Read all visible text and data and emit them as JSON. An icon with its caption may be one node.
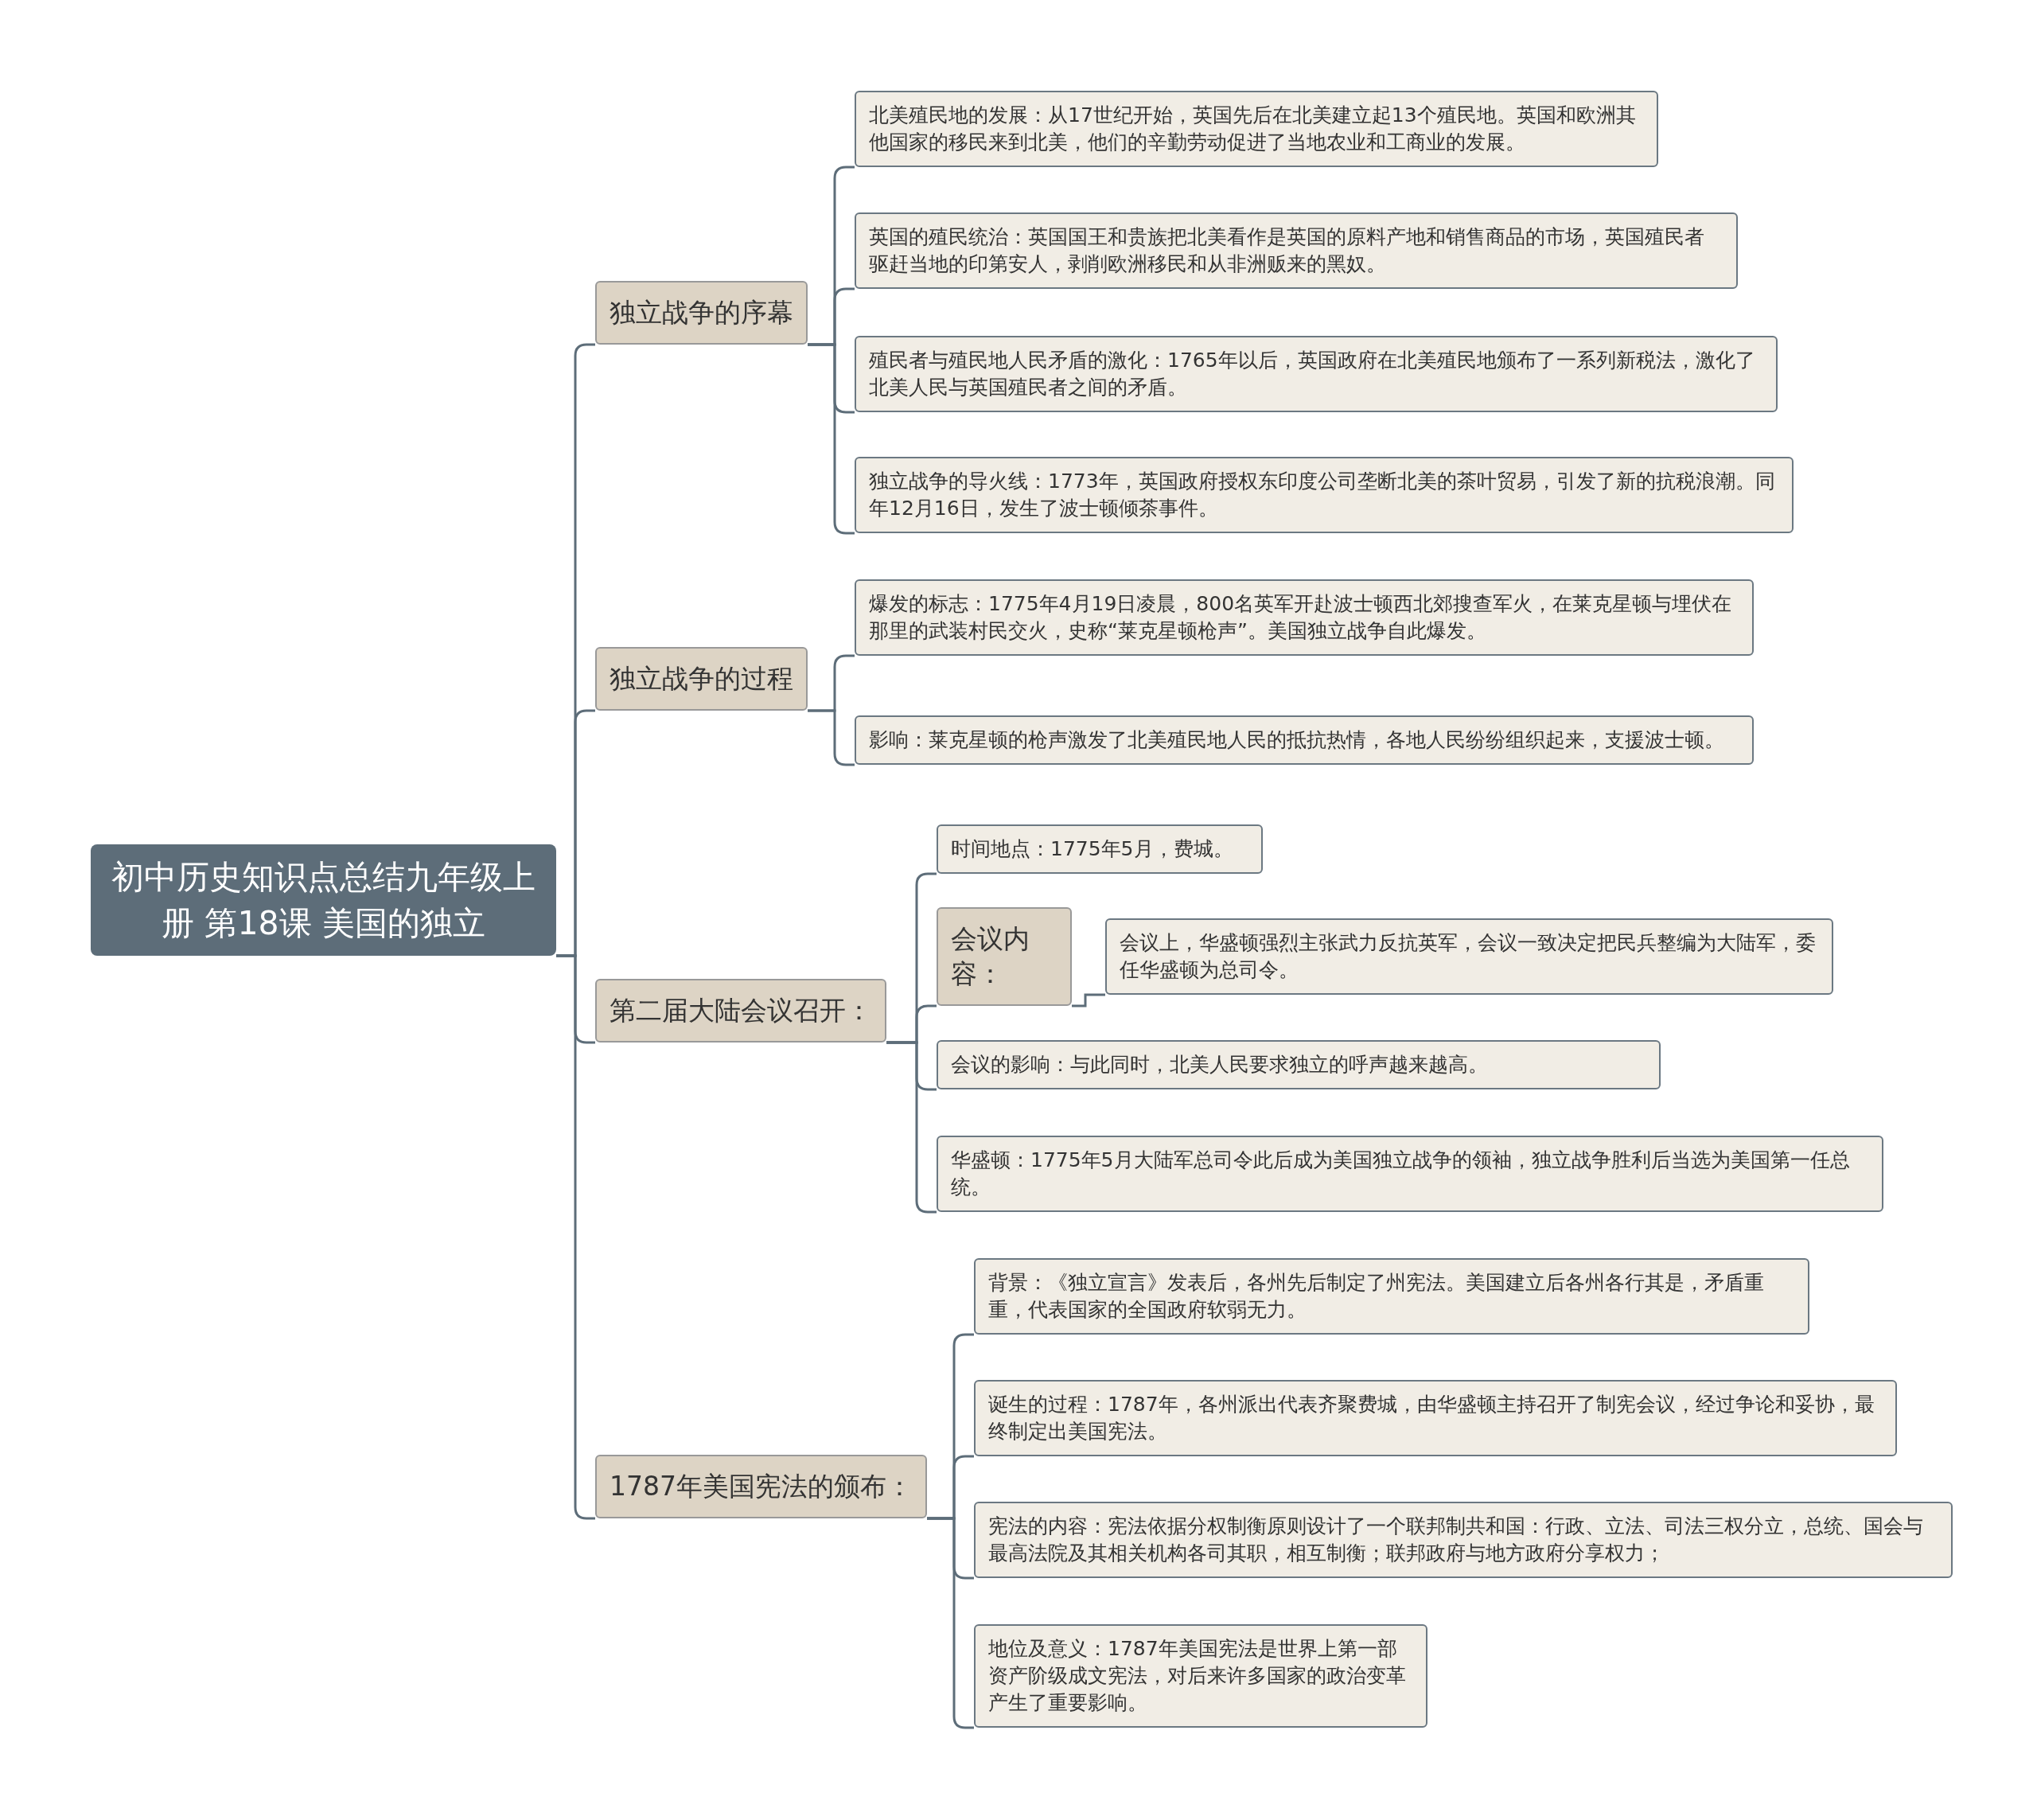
{
  "diagram": {
    "nodes": [
      {
        "text": [
          "初中历史知识点总结九年级上册 第18课 美国的独立"
        ]
      },
      {
        "text": [
          "独立战争的序幕"
        ]
      },
      {
        "text": [
          "北美殖民地的发展：从17世纪开始，英国先后在北美建立起13个殖民地。英国和欧洲其他国家的移民来到北美，他们的辛勤劳动促进了当地农业和工商业的发展。"
        ]
      },
      {
        "text": [
          "英国的殖民统治：英国国王和贵族把北美看作是英国的原料产地和销售商品的市场，英国殖民者驱赶当地的印第安人，剥削欧洲移民和从非洲贩来的黑奴。"
        ]
      },
      {
        "text": [
          "殖民者与殖民地人民矛盾的激化：1765年以后，英国政府在北美殖民地颁布了一系列新税法，激化了北美人民与英国殖民者之间的矛盾。"
        ]
      },
      {
        "text": [
          "独立战争的导火线：1773年，英国政府授权东印度公司垄断北美的茶叶贸易，引发了新的抗税浪潮。同年12月16日，发生了波士顿倾茶事件。"
        ]
      },
      {
        "text": [
          "独立战争的过程"
        ]
      },
      {
        "text": [
          "爆发的标志：1775年4月19日凌晨，800名英军开赴波士顿西北郊搜查军火，在莱克星顿与埋伏在那里的武装村民交火，史称“莱克星顿枪声”。美国独立战争自此爆发。"
        ]
      },
      {
        "text": [
          "影响：莱克星顿的枪声激发了北美殖民地人民的抵抗热情，各地人民纷纷组织起来，支援波士顿。"
        ]
      },
      {
        "text": [
          "第二届大陆会议召开："
        ]
      },
      {
        "text": [
          "时间地点：1775年5月，费城。"
        ]
      },
      {
        "text": [
          "会议内容："
        ]
      },
      {
        "text": [
          "会议上，华盛顿强烈主张武力反抗英军，会议一致决定把民兵整编为大陆军，委任华盛顿为总司令。"
        ]
      },
      {
        "text": [
          "会议的影响：与此同时，北美人民要求独立的呼声越来越高。"
        ]
      },
      {
        "text": [
          "华盛顿：1775年5月大陆军总司令此后成为美国独立战争的领袖，独立战争胜利后当选为美国第一任总统。"
        ]
      },
      {
        "text": [
          "1787年美国宪法的颁布："
        ]
      },
      {
        "text": [
          "背景：《独立宣言》发表后，各州先后制定了州宪法。美国建立后各州各行其是，矛盾重重，代表国家的全国政府软弱无力。"
        ]
      },
      {
        "text": [
          "诞生的过程：1787年，各州派出代表齐聚费城，由华盛顿主持召开了制宪会议，经过争论和妥协，最终制定出美国宪法。"
        ]
      },
      {
        "text": [
          "宪法的内容：宪法依据分权制衡原则设计了一个联邦制共和国：行政、立法、司法三权分立，总统、国会与最高法院及其相关机构各司其职，相互制衡；联邦政府与地方政府分享权力；"
        ]
      },
      {
        "text": [
          "地位及意义：1787年美国宪法是世界上第一部资产阶级成文宪法，对后来许多国家的政治变革产生了重要影响。"
        ]
      }
    ],
    "edges": [
      {
        "from": 0,
        "to": 1,
        "arrow": "none"
      },
      {
        "from": 1,
        "to": 2,
        "arrow": "none"
      },
      {
        "from": 1,
        "to": 3,
        "arrow": "none"
      },
      {
        "from": 1,
        "to": 4,
        "arrow": "none"
      },
      {
        "from": 1,
        "to": 5,
        "arrow": "none"
      },
      {
        "from": 0,
        "to": 6,
        "arrow": "none"
      },
      {
        "from": 6,
        "to": 7,
        "arrow": "none"
      },
      {
        "from": 6,
        "to": 8,
        "arrow": "none"
      },
      {
        "from": 0,
        "to": 9,
        "arrow": "none"
      },
      {
        "from": 9,
        "to": 10,
        "arrow": "none"
      },
      {
        "from": 9,
        "to": 11,
        "arrow": "none"
      },
      {
        "from": 11,
        "to": 12,
        "arrow": "none"
      },
      {
        "from": 9,
        "to": 13,
        "arrow": "none"
      },
      {
        "from": 9,
        "to": 14,
        "arrow": "none"
      },
      {
        "from": 0,
        "to": 15,
        "arrow": "none"
      },
      {
        "from": 15,
        "to": 16,
        "arrow": "none"
      },
      {
        "from": 15,
        "to": 17,
        "arrow": "none"
      },
      {
        "from": 15,
        "to": 18,
        "arrow": "none"
      },
      {
        "from": 15,
        "to": 19,
        "arrow": "none"
      }
    ]
  }
}
